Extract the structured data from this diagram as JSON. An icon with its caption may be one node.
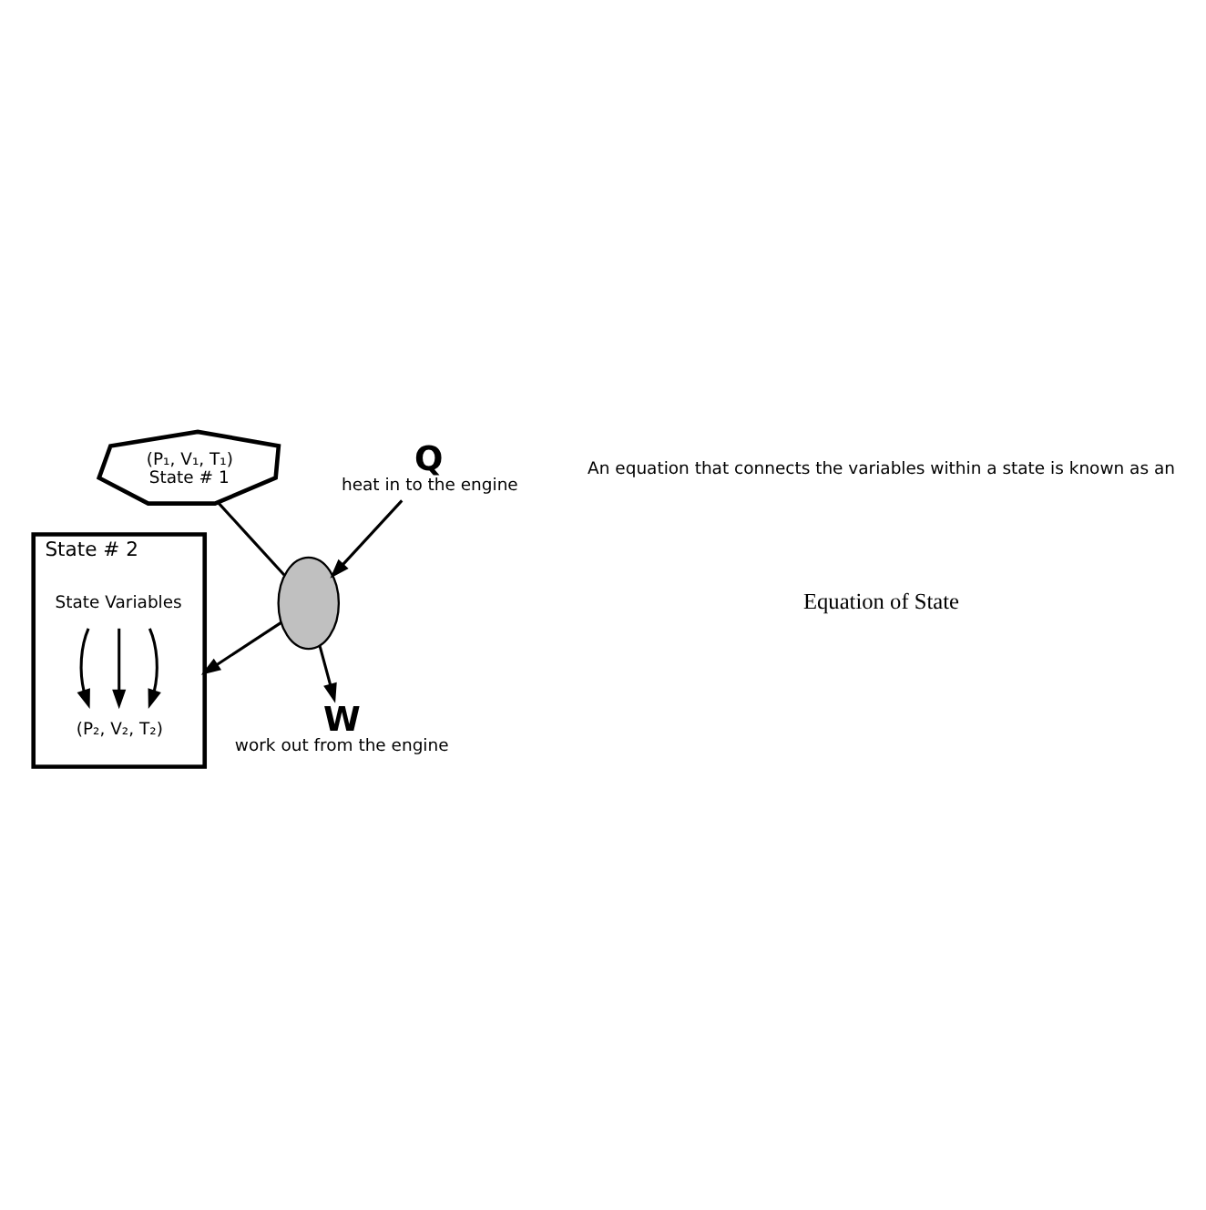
{
  "diagram": {
    "nodes": [
      {
        "text": [
          "(P₁, V₁, T₁)",
          "State # 1"
        ]
      },
      {
        "text": [],
        "shape": "ellipse"
      },
      {
        "text": [
          "State # 2"
        ]
      },
      {
        "text": [
          "(P₂, V₂, T₂)"
        ],
        "in": 2
      },
      {
        "text": [
          "State Variables"
        ],
        "in": 2
      },
      {
        "text": [
          "Q",
          "heat in to the engine"
        ]
      },
      {
        "text": [
          "W",
          "work out from the engine"
        ]
      }
    ],
    "edges": [
      {
        "from": 0,
        "to": 1,
        "arrow": "none"
      },
      {
        "from": 1,
        "to": 2,
        "arrow": "to"
      },
      {
        "from": 5,
        "to": 1,
        "arrow": "to"
      },
      {
        "from": 1,
        "to": 6,
        "arrow": "to"
      },
      {
        "from": 4,
        "to": 3,
        "arrow": "to"
      },
      {
        "from": 4,
        "to": 3,
        "arrow": "to"
      },
      {
        "from": 4,
        "to": 3,
        "arrow": "to"
      }
    ],
    "labels": [
      "An equation that connects the variables within a state is known as an",
      "Equation of State"
    ]
  }
}
